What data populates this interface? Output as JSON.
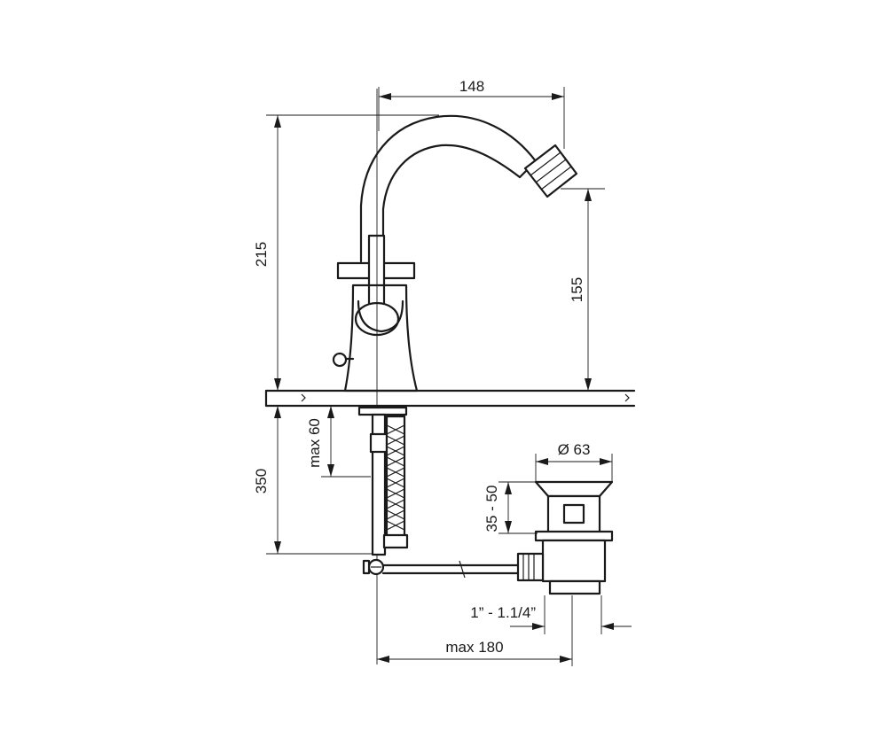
{
  "dimensions": {
    "spout_reach": "148",
    "overall_height": "215",
    "outlet_height": "155",
    "below_deck": "350",
    "max_deck_thickness": "max 60",
    "waste_diameter": "Ø 63",
    "waste_flange_range": "35 - 50",
    "waste_thread": "1” - 1.1/4”",
    "max_horizontal": "max 180"
  },
  "colors": {
    "line": "#1a1a1a",
    "background": "#ffffff"
  }
}
